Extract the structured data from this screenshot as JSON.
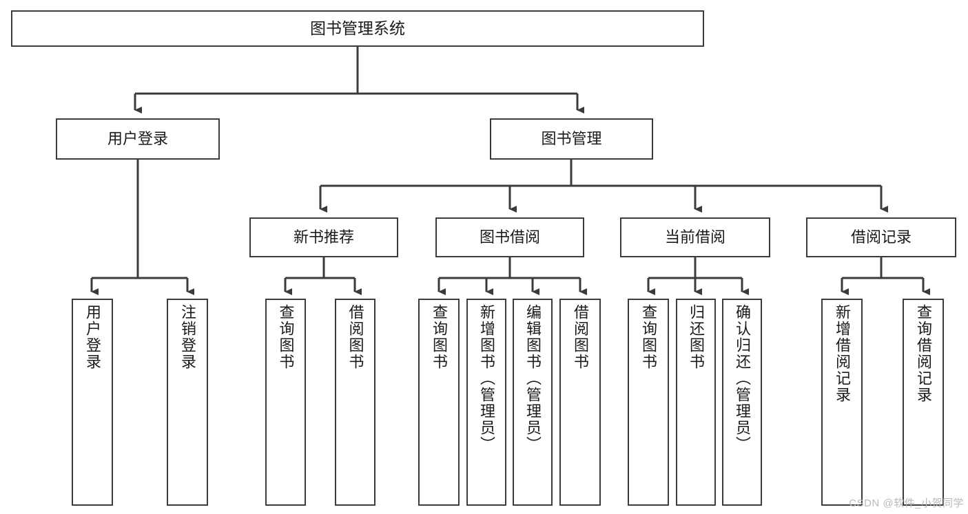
{
  "diagram": {
    "title": "图书管理系统",
    "type": "hierarchy-tree",
    "root": {
      "label": "图书管理系统"
    },
    "level2": [
      {
        "label": "用户登录"
      },
      {
        "label": "图书管理"
      }
    ],
    "level3": [
      {
        "label": "新书推荐"
      },
      {
        "label": "图书借阅"
      },
      {
        "label": "当前借阅"
      },
      {
        "label": "借阅记录"
      }
    ],
    "leaves": {
      "user_login": [
        {
          "label": "用户登录"
        },
        {
          "label": "注销登录"
        }
      ],
      "new_book_recommend": [
        {
          "label": "查询图书"
        },
        {
          "label": "借阅图书"
        }
      ],
      "book_borrow": [
        {
          "label": "查询图书"
        },
        {
          "label": "新增图书（管理员）"
        },
        {
          "label": "编辑图书（管理员）"
        },
        {
          "label": "借阅图书"
        }
      ],
      "current_borrow": [
        {
          "label": "查询图书"
        },
        {
          "label": "归还图书"
        },
        {
          "label": "确认归还（管理员）"
        }
      ],
      "borrow_record": [
        {
          "label": "新增借阅记录"
        },
        {
          "label": "查询借阅记录"
        }
      ]
    }
  },
  "watermark": {
    "text": "CSDN @软件_小贺同学"
  },
  "colors": {
    "border": "#3b3b3b",
    "background": "#ffffff",
    "text": "#1a1a1a",
    "watermark": "#b9b9b9"
  }
}
